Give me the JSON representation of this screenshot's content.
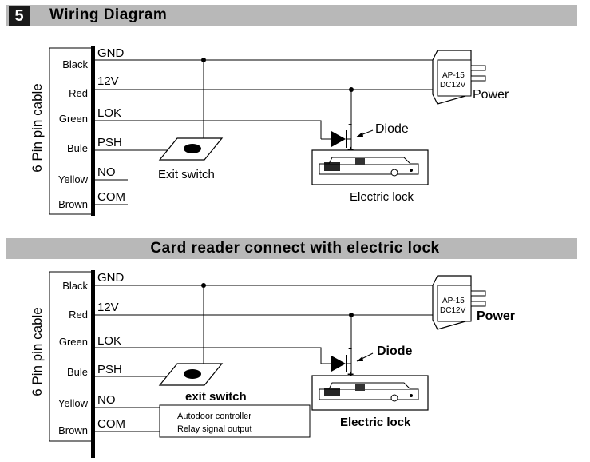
{
  "section_number": "5",
  "title": "Wiring Diagram",
  "section2_title": "Card  reader connect with  electric lock",
  "cable_label": "6  Pin pin cable",
  "pins": [
    {
      "color": "Black",
      "wire": "GND"
    },
    {
      "color": "Red",
      "wire": "12V"
    },
    {
      "color": "Green",
      "wire": "LOK"
    },
    {
      "color": "Bule",
      "wire": "PSH"
    },
    {
      "color": "Yellow",
      "wire": "NO"
    },
    {
      "color": "Brown",
      "wire": "COM"
    }
  ],
  "adapter_text_line1": "AP-15",
  "adapter_text_line2": "DC12V",
  "diagram1": {
    "power_label": "Power",
    "diode_label": "Diode",
    "exit_switch_label": "Exit switch",
    "electric_lock_label": "Electric lock"
  },
  "diagram2": {
    "power_label": "Power",
    "diode_label": "Diode",
    "exit_switch_label": "exit switch",
    "electric_lock_label": "Electric lock",
    "controller_line1": "Autodoor controller",
    "controller_line2": "Relay signal output"
  },
  "diode_minus": "-",
  "diode_plus": "+"
}
